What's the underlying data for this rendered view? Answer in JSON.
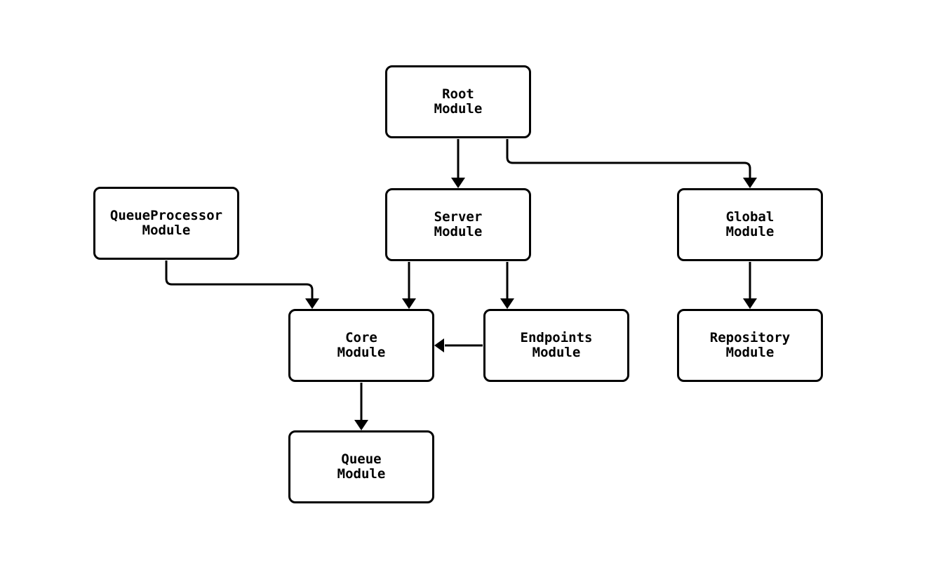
{
  "diagram": {
    "type": "module-dependency-flowchart",
    "background_color": "#ffffff",
    "box_fill_color": "#ffffff",
    "line_color": "#000000",
    "text_color": "#000000",
    "nodes": {
      "root": {
        "line1": "Root",
        "line2": "Module"
      },
      "server": {
        "line1": "Server",
        "line2": "Module"
      },
      "queueprocessor": {
        "line1": "QueueProcessor",
        "line2": "Module"
      },
      "global": {
        "line1": "Global",
        "line2": "Module"
      },
      "core": {
        "line1": "Core",
        "line2": "Module"
      },
      "endpoints": {
        "line1": "Endpoints",
        "line2": "Module"
      },
      "repository": {
        "line1": "Repository",
        "line2": "Module"
      },
      "queue": {
        "line1": "Queue",
        "line2": "Module"
      }
    },
    "edges": [
      {
        "from": "Root Module",
        "to": "Server Module"
      },
      {
        "from": "Root Module",
        "to": "Global Module"
      },
      {
        "from": "QueueProcessor Module",
        "to": "Core Module"
      },
      {
        "from": "Server Module",
        "to": "Core Module"
      },
      {
        "from": "Server Module",
        "to": "Endpoints Module"
      },
      {
        "from": "Endpoints Module",
        "to": "Core Module"
      },
      {
        "from": "Global Module",
        "to": "Repository Module"
      },
      {
        "from": "Core Module",
        "to": "Queue Module"
      }
    ]
  }
}
